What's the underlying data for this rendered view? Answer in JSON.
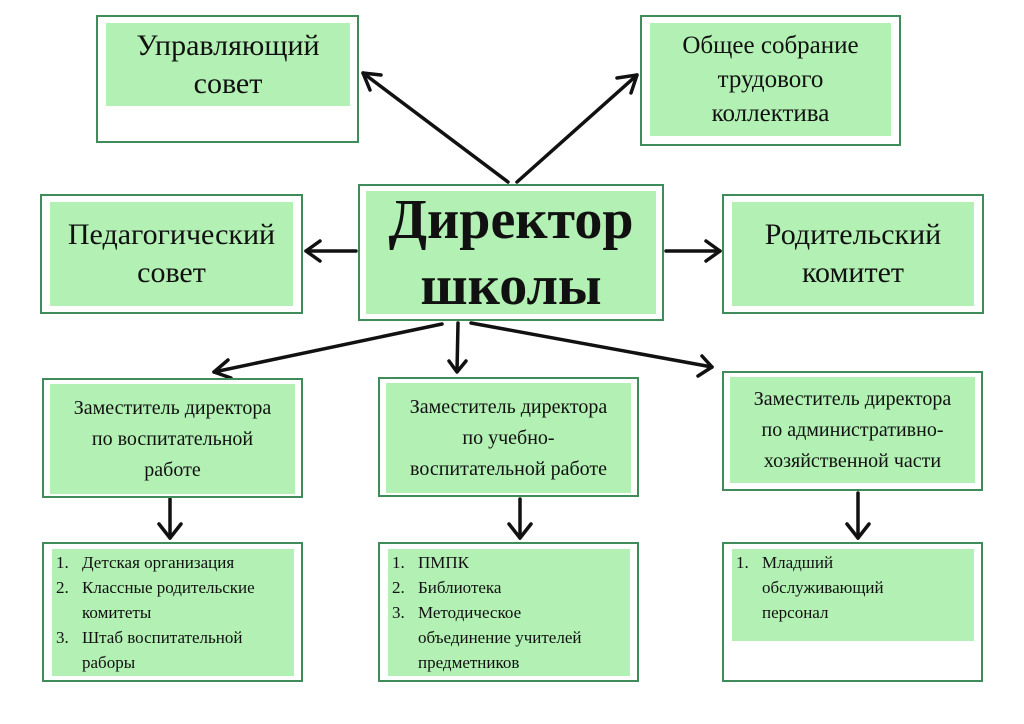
{
  "colors": {
    "box_border": "#3d8c5a",
    "box_fill": "#b2f0b3",
    "arrow": "#111111",
    "background": "#ffffff"
  },
  "director": {
    "lines": [
      "Директор",
      "школы"
    ]
  },
  "top_boxes": [
    {
      "id": "governing-council",
      "lines": [
        "Управляющий",
        "совет"
      ]
    },
    {
      "id": "general-meeting",
      "lines": [
        "Общее собрание",
        "трудового",
        "коллектива"
      ]
    }
  ],
  "side_boxes": [
    {
      "id": "pedagogical-council",
      "lines": [
        "Педагогический",
        "совет"
      ]
    },
    {
      "id": "parent-committee",
      "lines": [
        "Родительский",
        "комитет"
      ]
    }
  ],
  "deputies": [
    {
      "id": "deputy-upbringing",
      "lines": [
        "Заместитель директора",
        "по воспитательной",
        "работе"
      ],
      "items": [
        {
          "num": "1.",
          "lines": [
            "Детская организация"
          ]
        },
        {
          "num": "2.",
          "lines": [
            "Классные родительские",
            "комитеты"
          ]
        },
        {
          "num": "3.",
          "lines": [
            "Штаб воспитательной",
            "раборы"
          ]
        }
      ]
    },
    {
      "id": "deputy-education",
      "lines": [
        "Заместитель директора",
        "по учебно-",
        "воспитательной работе"
      ],
      "items": [
        {
          "num": "1.",
          "lines": [
            "ПМПК"
          ]
        },
        {
          "num": "2.",
          "lines": [
            "Библиотека"
          ]
        },
        {
          "num": "3.",
          "lines": [
            "Методическое",
            "объединение учителей",
            "предметников"
          ]
        }
      ]
    },
    {
      "id": "deputy-administrative",
      "lines": [
        "Заместитель директора",
        "по административно-",
        "хозяйственной части"
      ],
      "items": [
        {
          "num": "1.",
          "lines": [
            "Младший",
            "обслуживающий",
            "персонал"
          ]
        }
      ]
    }
  ],
  "connections": [
    {
      "from": "director",
      "to": "governing-council"
    },
    {
      "from": "director",
      "to": "general-meeting"
    },
    {
      "from": "director",
      "to": "pedagogical-council"
    },
    {
      "from": "director",
      "to": "parent-committee"
    },
    {
      "from": "director",
      "to": "deputy-upbringing"
    },
    {
      "from": "director",
      "to": "deputy-education"
    },
    {
      "from": "director",
      "to": "deputy-administrative"
    },
    {
      "from": "deputy-upbringing",
      "to": "deputy-upbringing-list"
    },
    {
      "from": "deputy-education",
      "to": "deputy-education-list"
    },
    {
      "from": "deputy-administrative",
      "to": "deputy-administrative-list"
    }
  ]
}
